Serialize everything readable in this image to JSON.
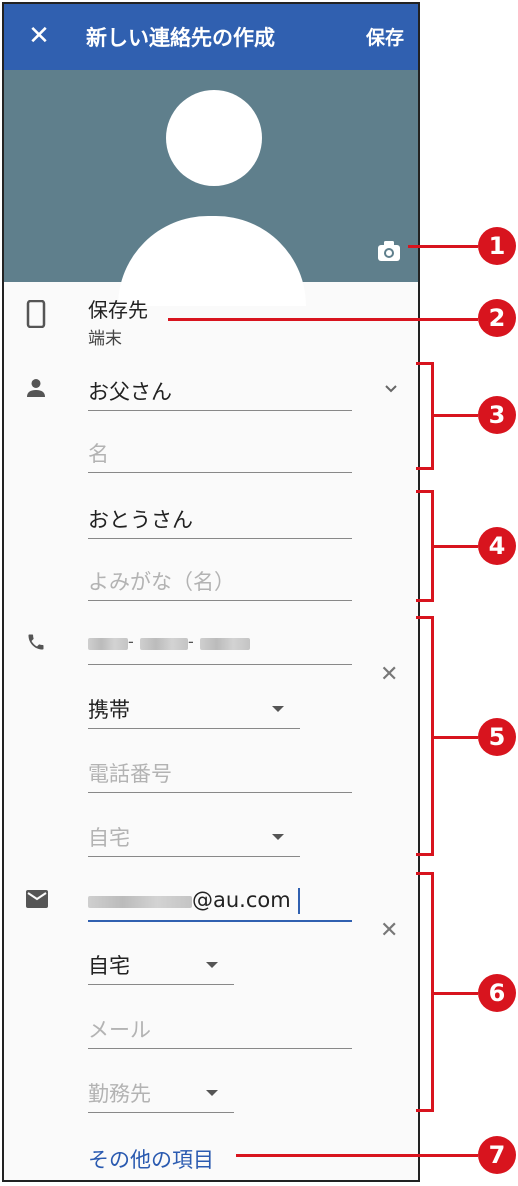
{
  "appbar": {
    "close_glyph": "✕",
    "title": "新しい連絡先の作成",
    "save": "保存"
  },
  "storage": {
    "label": "保存先",
    "value": "端末"
  },
  "name": {
    "family": "お父さん",
    "given_placeholder": "名"
  },
  "reading": {
    "family": "おとうさん",
    "given_placeholder": "よみがな（名）"
  },
  "phone": {
    "number_masked": "-",
    "number_masked2": "-",
    "type": "携帯",
    "number_placeholder": "電話番号",
    "type2": "自宅"
  },
  "email": {
    "domain": "@au.com",
    "type": "自宅",
    "placeholder": "メール",
    "type2": "勤務先"
  },
  "more_items": "その他の項目",
  "annotations": [
    "1",
    "2",
    "3",
    "4",
    "5",
    "6",
    "7"
  ],
  "colors": {
    "appbar": "#3060b0",
    "photo_bg": "#5f7f8c",
    "annotation": "#d8141e",
    "link": "#2a5ab0"
  }
}
